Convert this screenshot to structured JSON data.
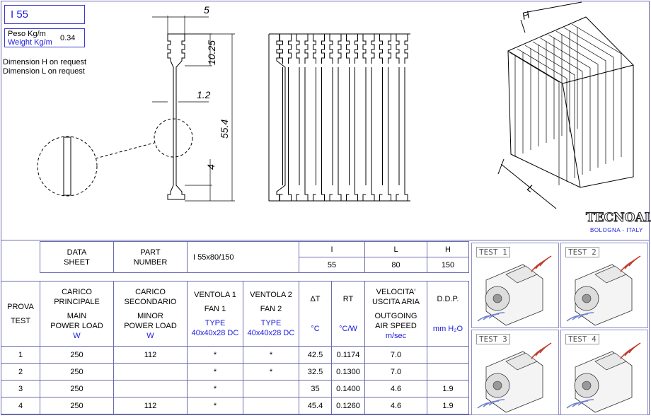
{
  "product": {
    "name": "I 55",
    "weight_label_it": "Peso Kg/m",
    "weight_label_en": "Weight Kg/m",
    "weight_value": "0.34",
    "note_h": "Dimension H on request",
    "note_l": "Dimension L on request"
  },
  "drawing": {
    "dim_top": "5",
    "dim_slot": "10.25",
    "dim_web": "1.2",
    "dim_height": "55.4",
    "dim_base": "4",
    "iso_h": "H",
    "iso_l": "L"
  },
  "brand": {
    "name": "TECNOAL",
    "location": "BOLOGNA - ITALY"
  },
  "sheet_header": {
    "data_sheet": [
      "DATA",
      "SHEET"
    ],
    "part_number": [
      "PART",
      "NUMBER"
    ],
    "part_value": "I 55x80/150",
    "cols": [
      "I",
      "L",
      "H"
    ],
    "vals": [
      "55",
      "80",
      "150"
    ]
  },
  "table_header": {
    "prova": [
      "PROVA",
      "TEST"
    ],
    "main_load": [
      "CARICO",
      "PRINCIPALE",
      "MAIN",
      "POWER LOAD",
      "W"
    ],
    "minor_load": [
      "CARICO",
      "SECONDARIO",
      "MINOR",
      "POWER LOAD",
      "W"
    ],
    "fan1": [
      "VENTOLA 1",
      "FAN 1",
      "TYPE",
      "40x40x28 DC"
    ],
    "fan2": [
      "VENTOLA 2",
      "FAN 2",
      "TYPE",
      "40x40x28 DC"
    ],
    "dt": [
      "ΔT",
      "°C"
    ],
    "rt": [
      "RT",
      "°C/W"
    ],
    "speed": [
      "VELOCITA'",
      "USCITA  ARIA",
      "OUTGOING",
      "AIR SPEED",
      "m/sec"
    ],
    "ddp": [
      "D.D.P.",
      "mm H₂O"
    ]
  },
  "rows": [
    {
      "test": "1",
      "main": "250",
      "minor": "112",
      "fan1": "*",
      "fan2": "*",
      "dt": "42.5",
      "rt": "0.1174",
      "speed": "7.0",
      "ddp": ""
    },
    {
      "test": "2",
      "main": "250",
      "minor": "",
      "fan1": "*",
      "fan2": "*",
      "dt": "32.5",
      "rt": "0.1300",
      "speed": "7.0",
      "ddp": ""
    },
    {
      "test": "3",
      "main": "250",
      "minor": "",
      "fan1": "*",
      "fan2": "",
      "dt": "35",
      "rt": "0.1400",
      "speed": "4.6",
      "ddp": "1.9"
    },
    {
      "test": "4",
      "main": "250",
      "minor": "112",
      "fan1": "*",
      "fan2": "",
      "dt": "45.4",
      "rt": "0.1260",
      "speed": "4.6",
      "ddp": "1.9"
    }
  ],
  "tests": [
    "TEST  1",
    "TEST  2",
    "TEST  3",
    "TEST  4"
  ]
}
